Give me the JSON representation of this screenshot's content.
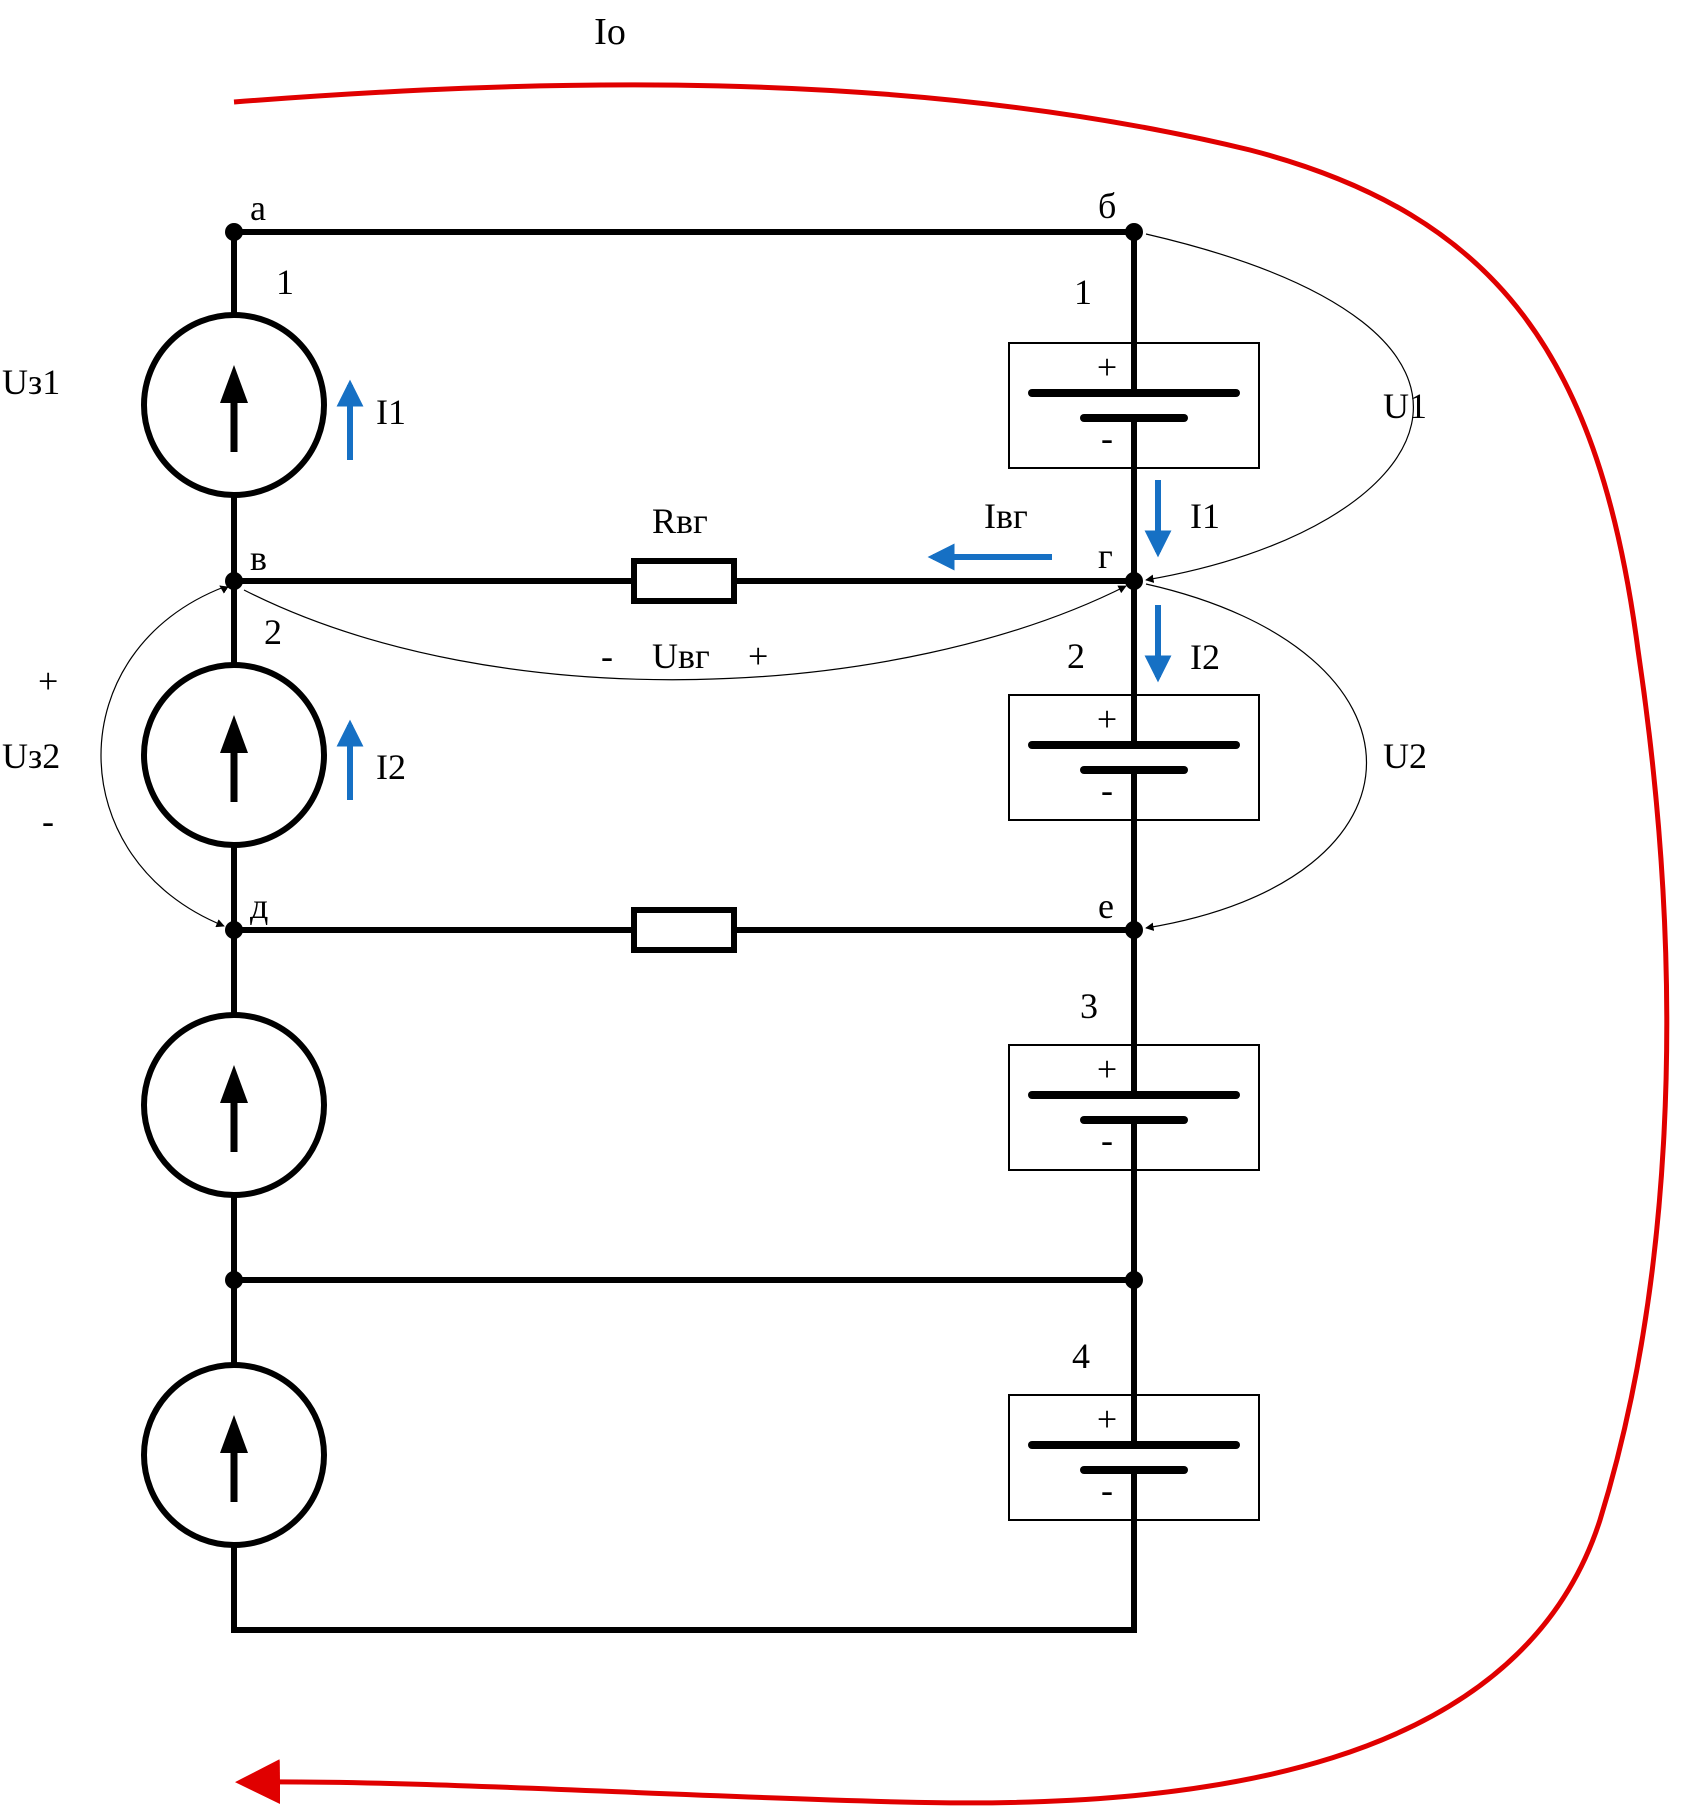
{
  "colors": {
    "wire": "#000000",
    "loop": "#e00000",
    "current_arrow": "#1670c4"
  },
  "labels": {
    "loop_current": "Io",
    "node_a": "а",
    "node_b": "б",
    "node_v": "в",
    "node_g": "г",
    "node_d": "д",
    "node_e": "е",
    "left_1": "1",
    "left_2": "2",
    "right_1": "1",
    "right_2": "2",
    "right_3": "3",
    "right_4": "4",
    "u_z1": "Uз1",
    "u_z2": "Uз2",
    "u_z2_plus": "+",
    "u_z2_minus": "-",
    "i1_left": "I1",
    "i2_left": "I2",
    "i1_right": "I1",
    "i2_right": "I2",
    "u1": "U1",
    "u2": "U2",
    "r_vg": "Rвг",
    "i_vg": "Iвг",
    "u_vg_minus": "-",
    "u_vg": "Uвг",
    "u_vg_plus": "+",
    "bat_plus": "+",
    "bat_minus": "-"
  }
}
